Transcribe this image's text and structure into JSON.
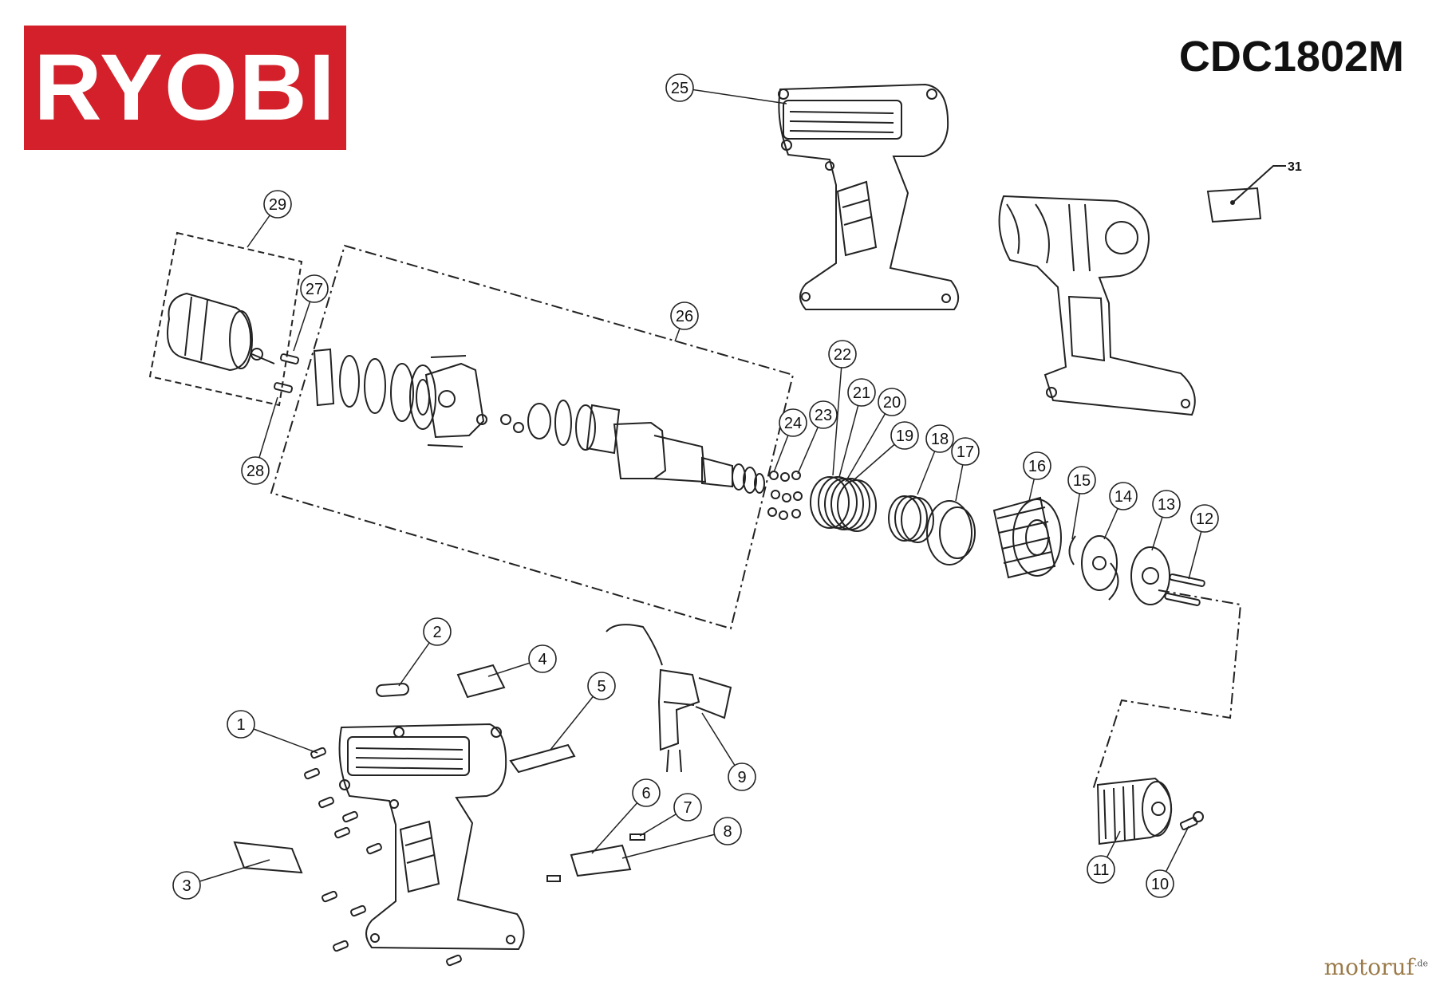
{
  "brand": {
    "logo_text": "RYOBI",
    "logo_color": "#d3202a"
  },
  "model": "CDC1802M",
  "watermark": {
    "name": "motoruf",
    "suffix": ".de"
  },
  "callouts": [
    "1",
    "2",
    "3",
    "4",
    "5",
    "6",
    "7",
    "8",
    "9",
    "10",
    "11",
    "12",
    "13",
    "14",
    "15",
    "16",
    "17",
    "18",
    "19",
    "20",
    "21",
    "22",
    "23",
    "24",
    "25",
    "26",
    "27",
    "28",
    "29",
    "31"
  ],
  "icons": [
    "housing-half-icon",
    "motor-icon",
    "gearbox-icon",
    "clutch-spring-icon",
    "chuck-icon",
    "switch-icon",
    "label-plate-icon",
    "screw-icon"
  ]
}
